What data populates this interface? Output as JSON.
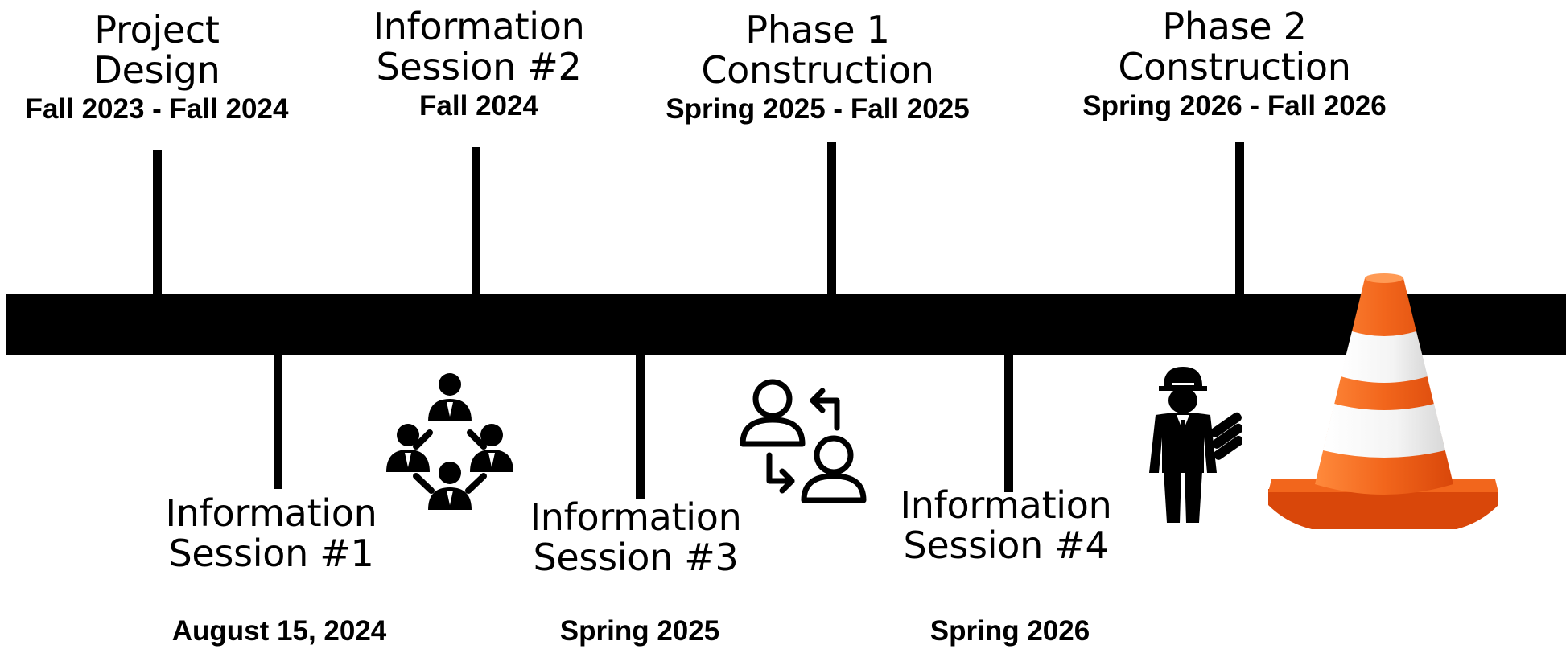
{
  "top_milestones": [
    {
      "title_lines": [
        "Project",
        "Design"
      ],
      "date": "Fall 2023 - Fall 2024"
    },
    {
      "title_lines": [
        "Information",
        "Session #2"
      ],
      "date": "Fall 2024"
    },
    {
      "title_lines": [
        "Phase 1",
        "Construction"
      ],
      "date": "Spring 2025 - Fall 2025"
    },
    {
      "title_lines": [
        "Phase 2",
        "Construction"
      ],
      "date": "Spring 2026 - Fall 2026"
    }
  ],
  "bottom_milestones": [
    {
      "title_lines": [
        "Information",
        "Session #1"
      ],
      "date": "August 15, 2024"
    },
    {
      "title_lines": [
        "Information",
        "Session #3"
      ],
      "date": "Spring 2025"
    },
    {
      "title_lines": [
        "Information",
        "Session #4"
      ],
      "date": "Spring 2026"
    }
  ],
  "icons": {
    "network": "people-network-icon",
    "exchange": "user-exchange-icon",
    "worker": "construction-worker-icon",
    "cone": "traffic-cone-icon"
  },
  "colors": {
    "cone_orange": "#f2661c",
    "cone_stripe": "#f4f4f4",
    "ink": "#000000"
  }
}
